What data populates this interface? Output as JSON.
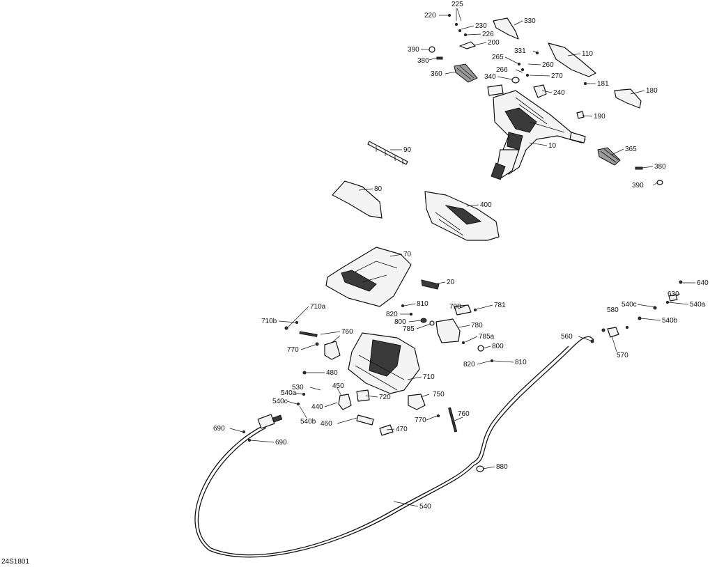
{
  "diagram": {
    "reference_code": "24S1801",
    "callouts": [
      "225",
      "220",
      "230",
      "226",
      "200",
      "330",
      "390",
      "380",
      "331",
      "110",
      "265",
      "260",
      "266",
      "270",
      "360",
      "340",
      "181",
      "240",
      "180",
      "190",
      "10",
      "365",
      "90",
      "380",
      "390",
      "80",
      "400",
      "70",
      "20",
      "640",
      "630",
      "540a",
      "540c",
      "580",
      "540b",
      "710a",
      "810",
      "781",
      "820",
      "790",
      "710b",
      "800",
      "780",
      "785",
      "785a",
      "560",
      "760",
      "750",
      "800",
      "770",
      "810",
      "820",
      "570",
      "710",
      "480",
      "530",
      "450",
      "540a",
      "540c",
      "720",
      "750",
      "440",
      "540b",
      "760",
      "770",
      "460",
      "470",
      "690",
      "690",
      "880",
      "540"
    ]
  }
}
